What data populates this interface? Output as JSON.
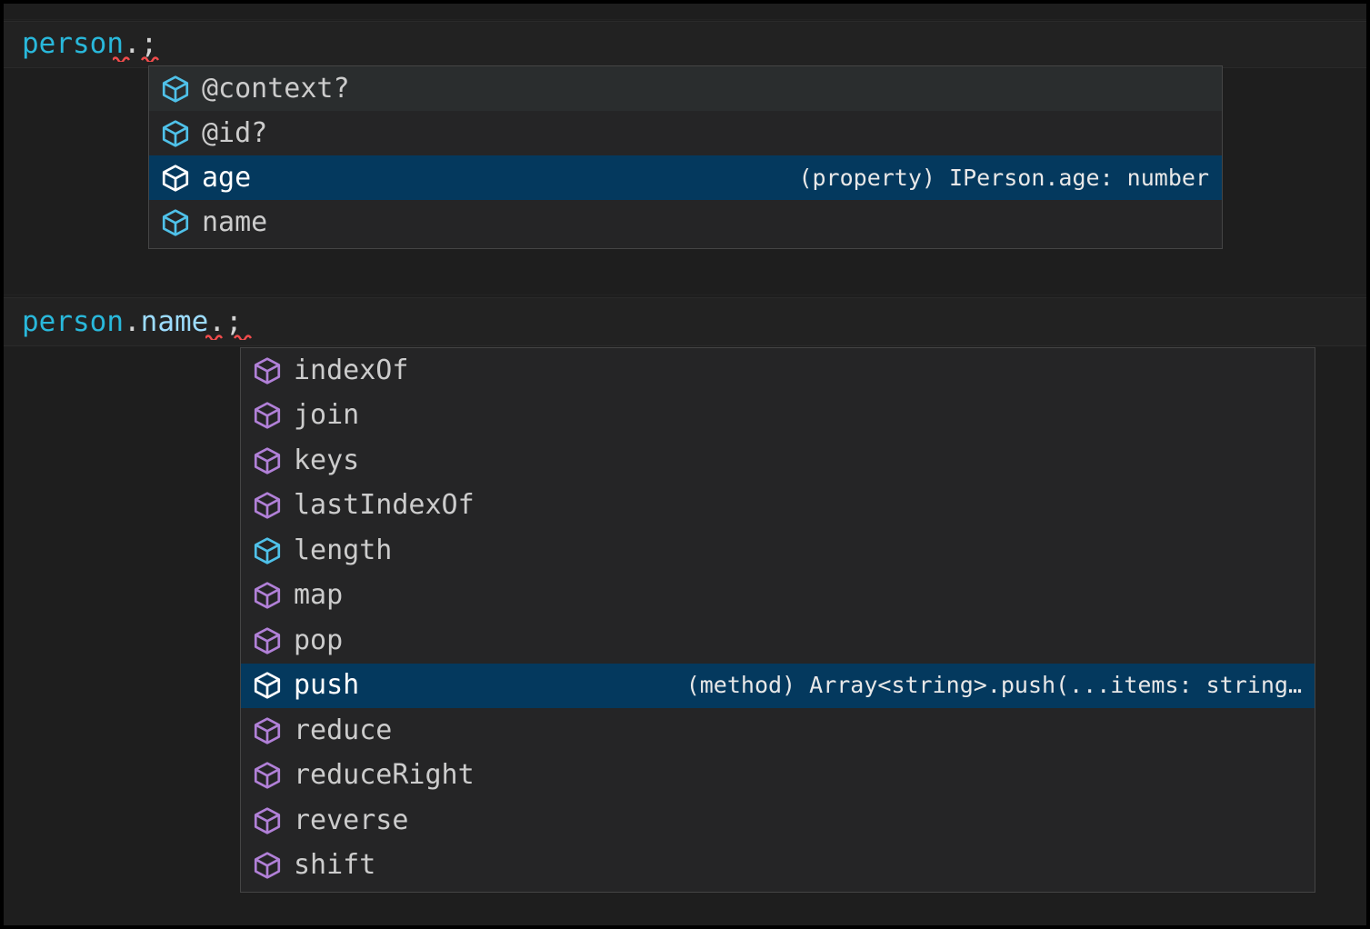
{
  "editor": {
    "theme_colors": {
      "background": "#1e1e1e",
      "widget_background": "#252526",
      "widget_border": "#454545",
      "selection": "#04395e",
      "hover": "#2a2d2e",
      "variable": "#29B8DB",
      "property": "#9CDCFE",
      "punctuation": "#d4d4d4",
      "error_squiggle": "#f14c4c",
      "icon_property": "#4FC1E9",
      "icon_method": "#B180D7",
      "icon_selected": "#ffffff",
      "label_text": "#cccccc",
      "detail_text": "#e8e8e8"
    },
    "lines": [
      {
        "name": "line-person",
        "segments": [
          {
            "text": "person",
            "token": "variable"
          },
          {
            "text": ".",
            "token": "punctuation"
          },
          {
            "text": ";",
            "token": "punctuation"
          }
        ],
        "plain": "person.;",
        "has_error_squiggles": true,
        "squiggle_count": 2
      },
      {
        "name": "line-person-name",
        "segments": [
          {
            "text": "person",
            "token": "variable"
          },
          {
            "text": ".",
            "token": "punctuation"
          },
          {
            "text": "name",
            "token": "property"
          },
          {
            "text": ".",
            "token": "punctuation"
          },
          {
            "text": ";",
            "token": "punctuation"
          }
        ],
        "plain": "person.name.;",
        "has_error_squiggles": true,
        "squiggle_count": 2
      }
    ]
  },
  "widgets": [
    {
      "name": "suggest-widget-person",
      "for_line": "person.",
      "selected_index": 2,
      "hovered_index": 0,
      "items": [
        {
          "label": "@context?",
          "icon": "property-cube-icon",
          "icon_kind": "property",
          "detail": ""
        },
        {
          "label": "@id?",
          "icon": "property-cube-icon",
          "icon_kind": "property",
          "detail": ""
        },
        {
          "label": "age",
          "icon": "property-cube-icon",
          "icon_kind": "property",
          "detail": "(property) IPerson.age: number"
        },
        {
          "label": "name",
          "icon": "property-cube-icon",
          "icon_kind": "property",
          "detail": ""
        }
      ]
    },
    {
      "name": "suggest-widget-name",
      "for_line": "person.name.",
      "selected_index": 7,
      "hovered_index": -1,
      "items": [
        {
          "label": "indexOf",
          "icon": "method-cube-icon",
          "icon_kind": "method",
          "detail": ""
        },
        {
          "label": "join",
          "icon": "method-cube-icon",
          "icon_kind": "method",
          "detail": ""
        },
        {
          "label": "keys",
          "icon": "method-cube-icon",
          "icon_kind": "method",
          "detail": ""
        },
        {
          "label": "lastIndexOf",
          "icon": "method-cube-icon",
          "icon_kind": "method",
          "detail": ""
        },
        {
          "label": "length",
          "icon": "property-cube-icon",
          "icon_kind": "property",
          "detail": ""
        },
        {
          "label": "map",
          "icon": "method-cube-icon",
          "icon_kind": "method",
          "detail": ""
        },
        {
          "label": "pop",
          "icon": "method-cube-icon",
          "icon_kind": "method",
          "detail": ""
        },
        {
          "label": "push",
          "icon": "method-cube-icon",
          "icon_kind": "method",
          "detail": "(method) Array<string>.push(...items: string…"
        },
        {
          "label": "reduce",
          "icon": "method-cube-icon",
          "icon_kind": "method",
          "detail": ""
        },
        {
          "label": "reduceRight",
          "icon": "method-cube-icon",
          "icon_kind": "method",
          "detail": ""
        },
        {
          "label": "reverse",
          "icon": "method-cube-icon",
          "icon_kind": "method",
          "detail": ""
        },
        {
          "label": "shift",
          "icon": "method-cube-icon",
          "icon_kind": "method",
          "detail": ""
        }
      ]
    }
  ]
}
